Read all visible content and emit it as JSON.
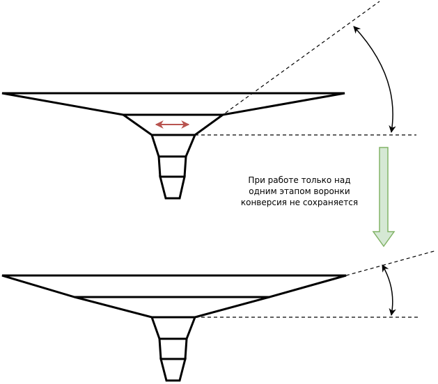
{
  "caption": {
    "lines": [
      "При работе только над",
      "одним этапом воронки",
      "конверсия не сохраняется"
    ]
  },
  "colors": {
    "stroke": "#000000",
    "arrow_red": "#b85450",
    "arrow_green_fill": "#d5e8d4",
    "arrow_green_stroke": "#82b366"
  }
}
